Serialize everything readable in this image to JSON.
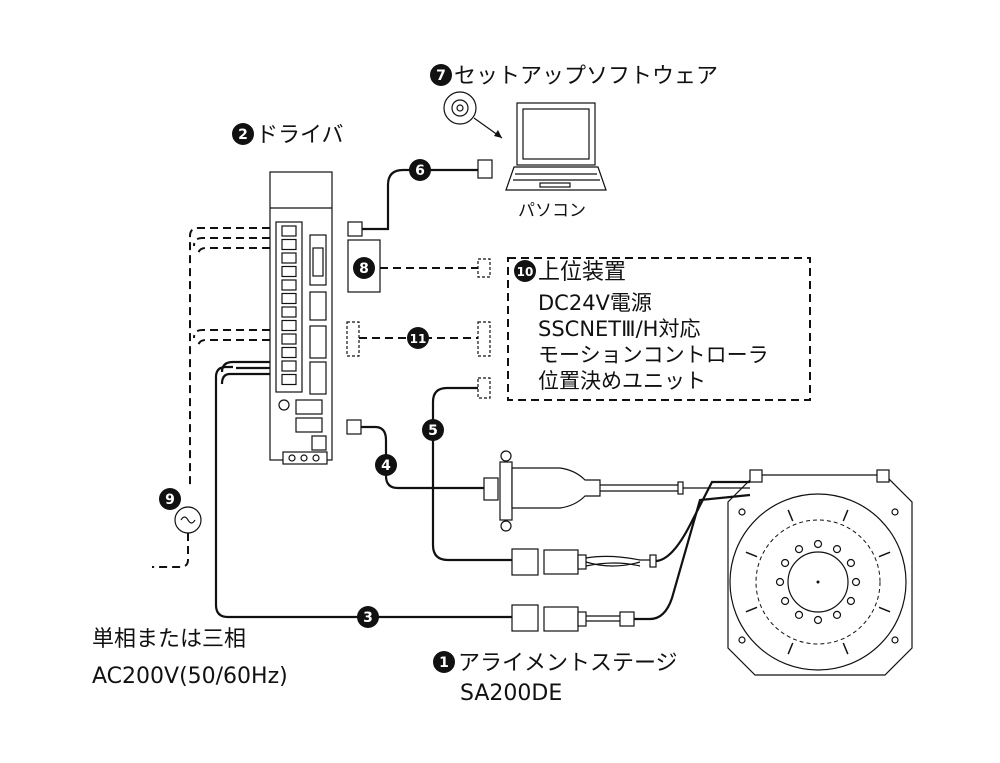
{
  "components": {
    "stage": {
      "number": "1",
      "name": "アライメントステージ",
      "model": "SA200DE"
    },
    "driver": {
      "number": "2",
      "name": "ドライバ"
    },
    "cable3": {
      "number": "3"
    },
    "cable4": {
      "number": "4"
    },
    "cable5": {
      "number": "5"
    },
    "cable6": {
      "number": "6"
    },
    "setup_software": {
      "number": "7",
      "name": "セットアップソフトウェア"
    },
    "pc": {
      "name": "パソコン"
    },
    "unit8": {
      "number": "8"
    },
    "power": {
      "number": "9",
      "line1": "単相または三相",
      "line2": "AC200V(50/60Hz)"
    },
    "host": {
      "number": "10",
      "name": "上位装置",
      "items": [
        "DC24V電源",
        "SSCNETⅢ/H対応",
        "モーションコントローラ",
        "位置決めユニット"
      ]
    },
    "cable11": {
      "number": "11"
    }
  }
}
